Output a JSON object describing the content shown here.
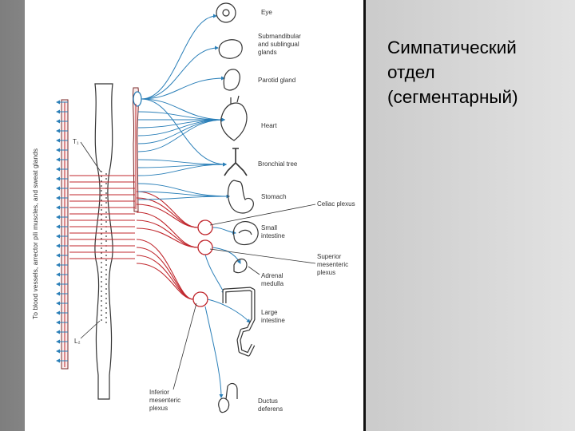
{
  "slide": {
    "title": "Симпатический\nотдел\n(сегментарный)"
  },
  "diagram": {
    "vertical_label": "To blood vessels, arrector pili muscles, and sweat glands",
    "spinal_labels": {
      "top": "T₁",
      "bottom": "L₂"
    },
    "organs": {
      "eye": "Eye",
      "submandibular": "Submandibular and sublingual glands",
      "parotid": "Parotid gland",
      "heart": "Heart",
      "bronchial": "Bronchial tree",
      "stomach": "Stomach",
      "small_intestine": "Small intestine",
      "adrenal": "Adrenal medulla",
      "large_intestine": "Large intestine",
      "ductus": "Ductus deferens"
    },
    "plexuses": {
      "celiac": "Celiac plexus",
      "superior": "Superior mesenteric plexus",
      "inferior": "Inferior mesenteric plexus"
    }
  },
  "colors": {
    "preganglionic": "#c0272d",
    "postganglionic": "#2a7fb8",
    "outline": "#333333"
  }
}
